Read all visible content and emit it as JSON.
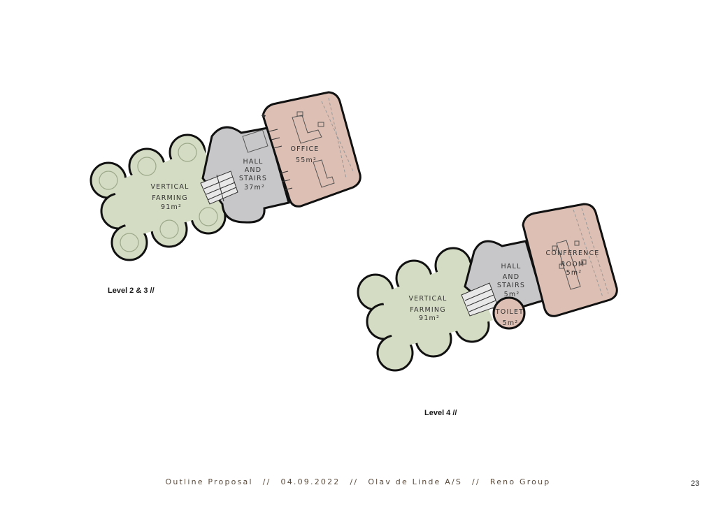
{
  "colors": {
    "farming": "#d4dcc3",
    "hall": "#c7c7c9",
    "office": "#ddbfb4",
    "outline": "#111111",
    "footer_text": "#5a4a3a"
  },
  "plan_upper": {
    "caption": "Level 2 & 3  //",
    "farming": {
      "line1": "VERTICAL",
      "line2": "FARMING",
      "area": "91m²"
    },
    "hall": {
      "line1": "HALL",
      "line2": "AND",
      "line3": "STAIRS",
      "area": "37m²"
    },
    "office": {
      "line1": "OFFICE",
      "area": "55m²"
    }
  },
  "plan_lower": {
    "caption": "Level 4  //",
    "farming": {
      "line1": "VERTICAL",
      "line2": "FARMING",
      "area": "91m²"
    },
    "hall": {
      "line1": "HALL",
      "line2": "AND",
      "line3": "STAIRS",
      "area": "5m²"
    },
    "toilet": {
      "line1": "TOILET",
      "area": "5m²"
    },
    "conference": {
      "line1": "CONFERENCE",
      "line2": "ROOM",
      "area": "5m²"
    }
  },
  "footer": {
    "project": "Outline Proposal",
    "date": "04.09.2022",
    "company": "Olav de Linde A/S",
    "group": "Reno Group",
    "separator": "//"
  },
  "page_number": "23",
  "icons": [
    "staircase-icon",
    "door-swing-icon",
    "desk-icon",
    "conference-table-icon"
  ]
}
